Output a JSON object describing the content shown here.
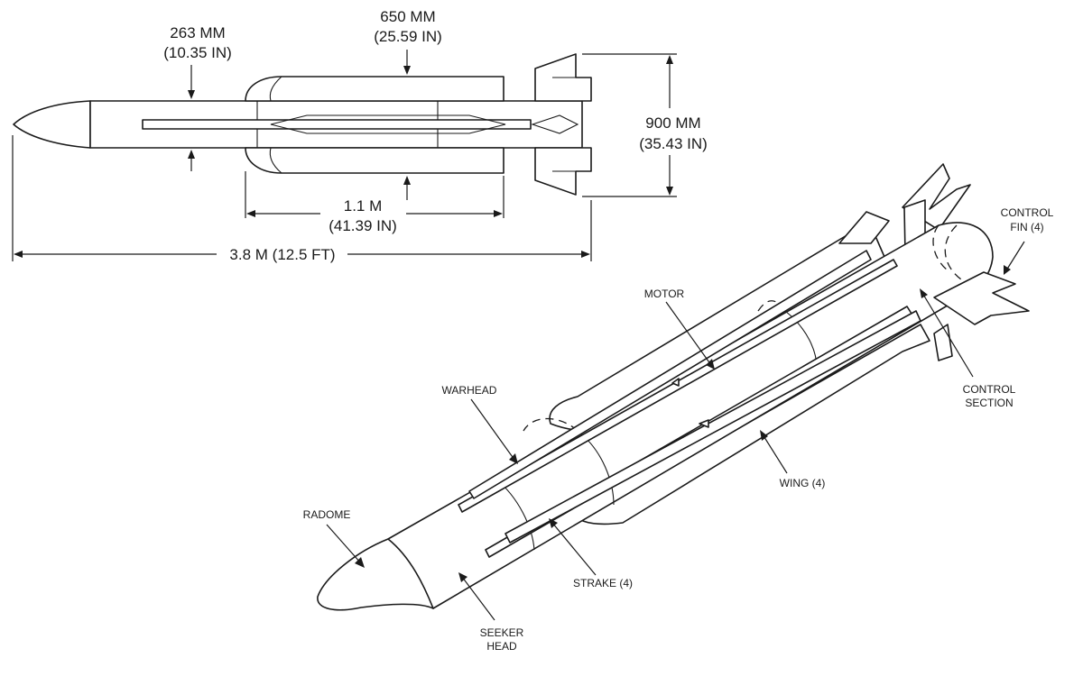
{
  "dimensions": {
    "body_diameter": "263 MM",
    "body_diameter_in": "(10.35 IN)",
    "wingspan_mid": "650 MM",
    "wingspan_mid_in": "(25.59 IN)",
    "fin_span": "900 MM",
    "fin_span_in": "(35.43 IN)",
    "wing_length": "1.1 M",
    "wing_length_in": "(41.39 IN)",
    "overall_length": "3.8 M (12.5 FT)"
  },
  "components": {
    "radome": "RADOME",
    "seeker_head_1": "SEEKER",
    "seeker_head_2": "HEAD",
    "warhead": "WARHEAD",
    "strake": "STRAKE (4)",
    "motor": "MOTOR",
    "wing": "WING (4)",
    "control_section_1": "CONTROL",
    "control_section_2": "SECTION",
    "control_fin_1": "CONTROL",
    "control_fin_2": "FIN (4)"
  }
}
